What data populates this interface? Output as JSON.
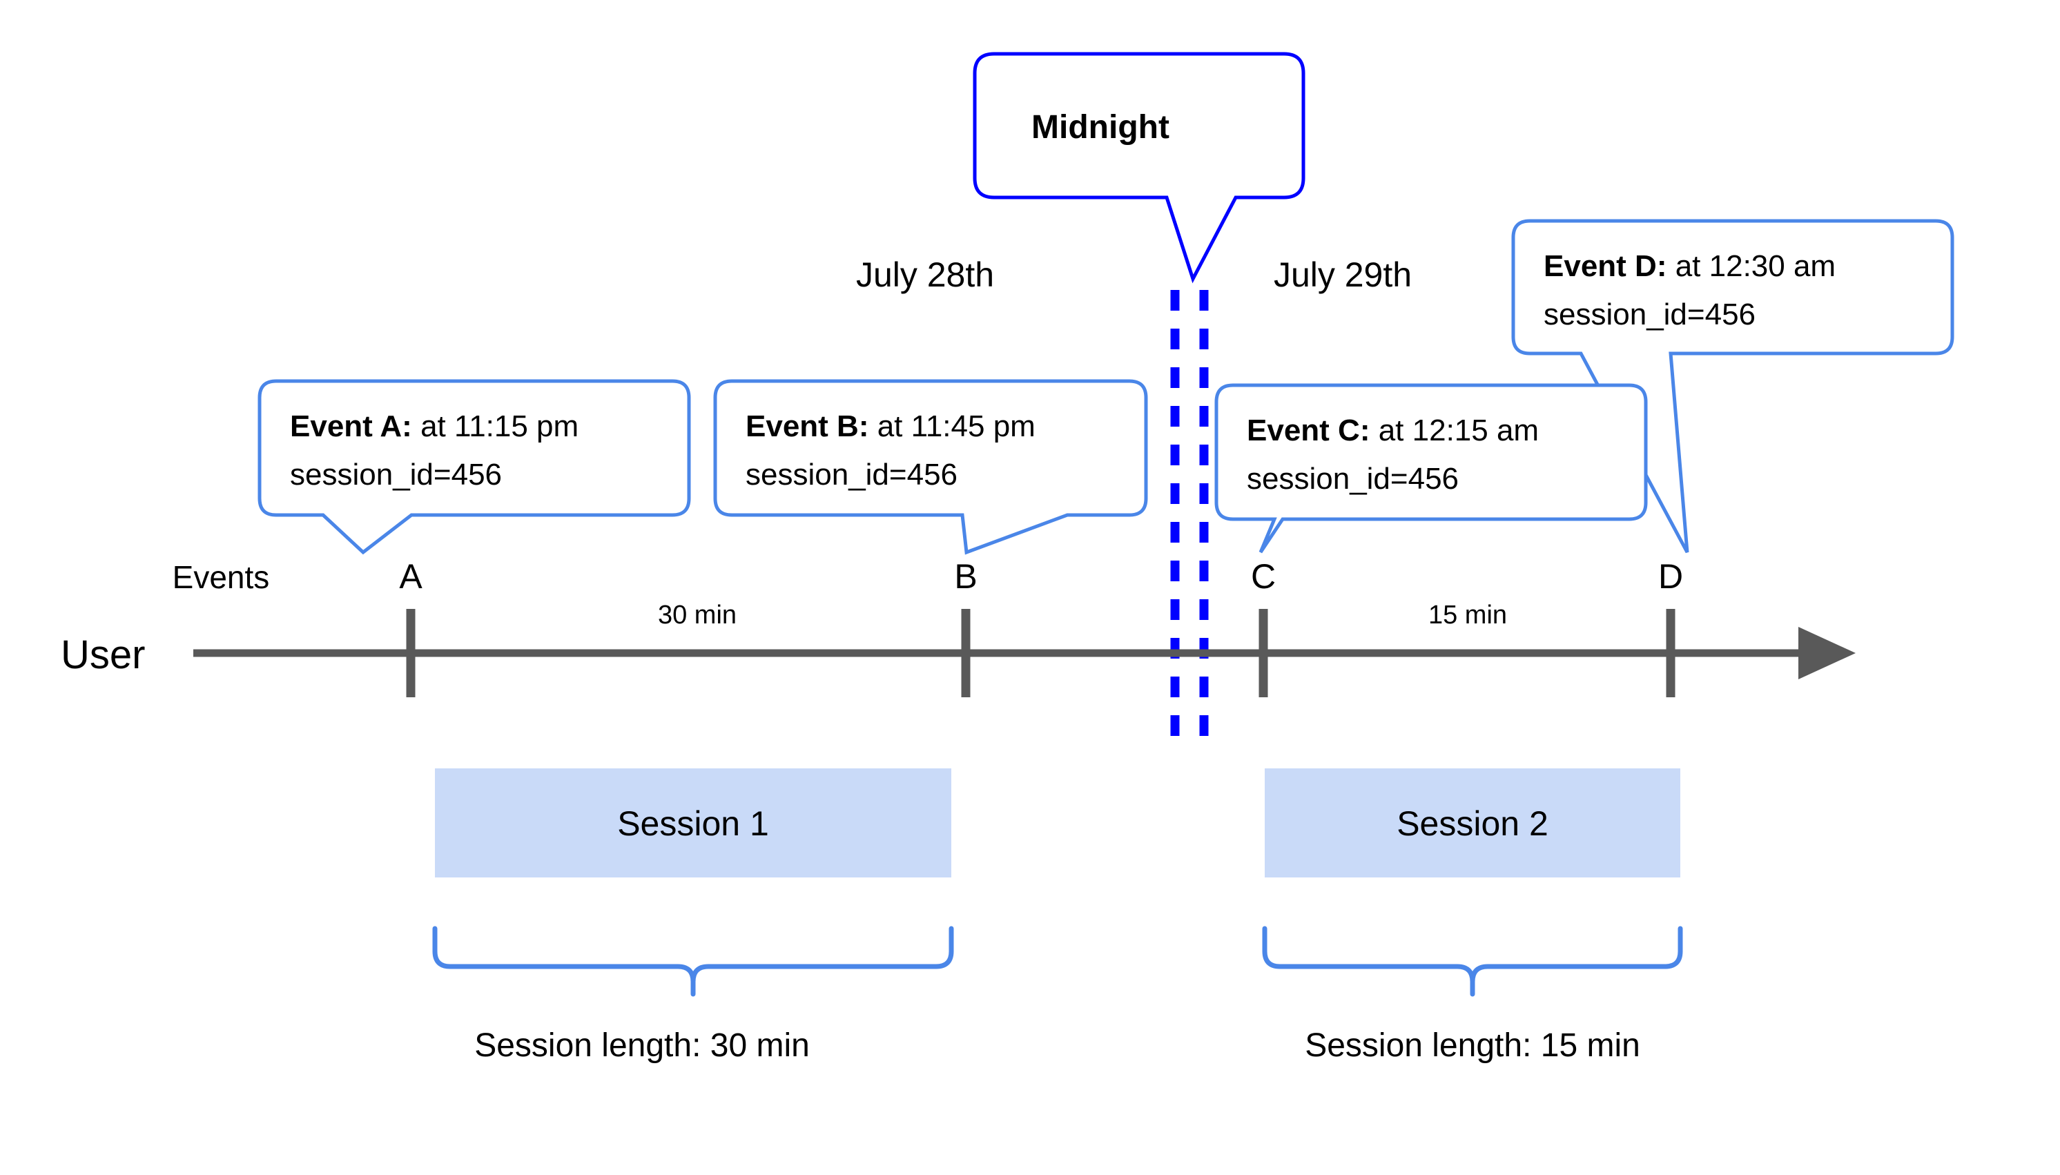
{
  "diagram": {
    "title": "User session timeline across midnight",
    "colors": {
      "callout_border": "#4a86e8",
      "midnight_border": "#0000ff",
      "midnight_dash": "#0000ff",
      "axis": "#595959",
      "marker": "#595959",
      "session_fill": "#c9daf8",
      "brace": "#4a86e8",
      "text": "#000000",
      "background": "#ffffff"
    }
  },
  "midnight_callout": {
    "label": "Midnight"
  },
  "dates": [
    {
      "label": "July 28th"
    },
    {
      "label": "July 29th"
    }
  ],
  "axis": {
    "row_label": "User",
    "events_label": "Events"
  },
  "events": [
    {
      "marker": "A",
      "lead": "Event A:",
      "detail": " at 11:15 pm",
      "session_id_line": "session_id=456"
    },
    {
      "marker": "B",
      "lead": "Event B:",
      "detail": " at 11:45 pm",
      "session_id_line": "session_id=456"
    },
    {
      "marker": "C",
      "lead": "Event C:",
      "detail": " at 12:15 am",
      "session_id_line": "session_id=456"
    },
    {
      "marker": "D",
      "lead": "Event D:",
      "detail": " at 12:30 am",
      "session_id_line": "session_id=456"
    }
  ],
  "intervals": [
    {
      "label": "30 min"
    },
    {
      "label": "15 min"
    }
  ],
  "sessions": [
    {
      "label": "Session 1",
      "length_label": "Session length: 30 min"
    },
    {
      "label": "Session 2",
      "length_label": "Session length: 15 min"
    }
  ]
}
